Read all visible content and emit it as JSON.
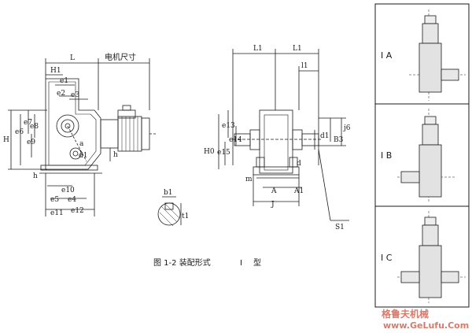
{
  "caption": {
    "figure": "图 1-2 装配形式",
    "type_mark": "I",
    "type_word": "型"
  },
  "left_view": {
    "labels": {
      "L": "L",
      "motor_size": "电机尺寸",
      "H": "H",
      "H1": "H1",
      "e1": "e1",
      "e2": "e2",
      "e3": "e3",
      "e4": "e4",
      "e5": "e5",
      "e6": "e6",
      "e7": "e7",
      "e8": "e8",
      "e9": "e9",
      "e10": "e10",
      "e11": "e11",
      "e12": "e12",
      "a": "a",
      "d1": "d1",
      "h": "h",
      "h_left": "h"
    }
  },
  "middle_view": {
    "labels": {
      "L1a": "L1",
      "L1b": "L1",
      "l1": "l1",
      "e13": "e13",
      "e14": "e14",
      "e15": "e15",
      "H0": "H0",
      "d": "d",
      "d1": "d1",
      "B3": "B3",
      "j6": "j6",
      "m": "m",
      "A": "A",
      "A1": "A1",
      "J": "J",
      "S1": "S1"
    }
  },
  "key_detail": {
    "b1": "b1",
    "t1": "t1"
  },
  "side_panel": {
    "rows": [
      {
        "label": "I A"
      },
      {
        "label": "I B"
      },
      {
        "label": "I C"
      }
    ]
  },
  "watermark": {
    "brand": "格鲁夫机械",
    "url": "www.GeLufu.Com"
  }
}
